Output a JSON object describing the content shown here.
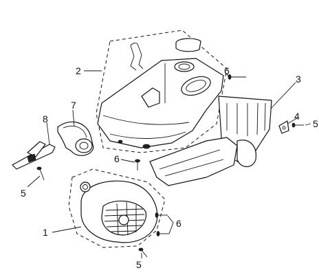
{
  "callouts": {
    "c1": "1",
    "c2": "2",
    "c3": "3",
    "c4": "4",
    "c5a": "5",
    "c5b": "5",
    "c5c": "5",
    "c6a": "6",
    "c6b": "6",
    "c6c": "6",
    "c7": "7",
    "c8": "8"
  }
}
